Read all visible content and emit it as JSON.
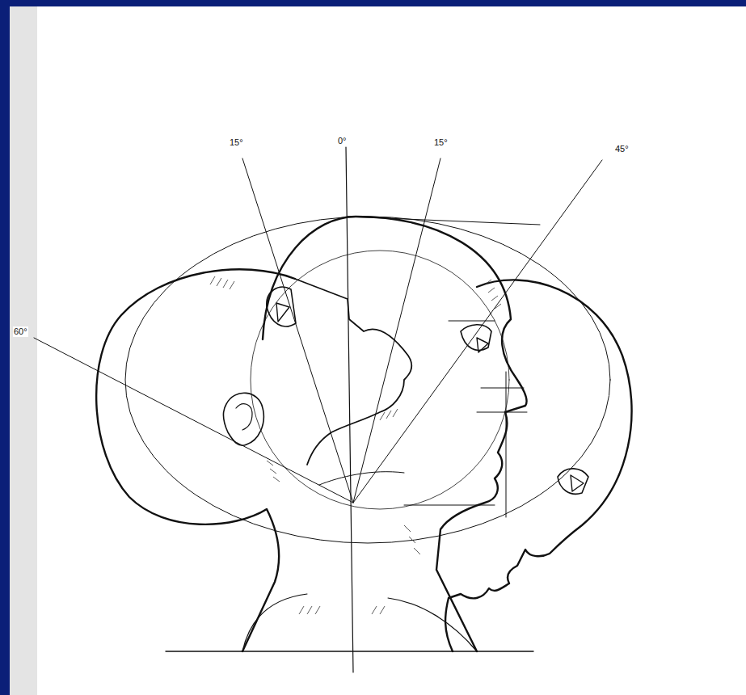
{
  "diagram": {
    "labels": [
      "15°",
      "0°",
      "15°",
      "45°",
      "60°"
    ]
  }
}
